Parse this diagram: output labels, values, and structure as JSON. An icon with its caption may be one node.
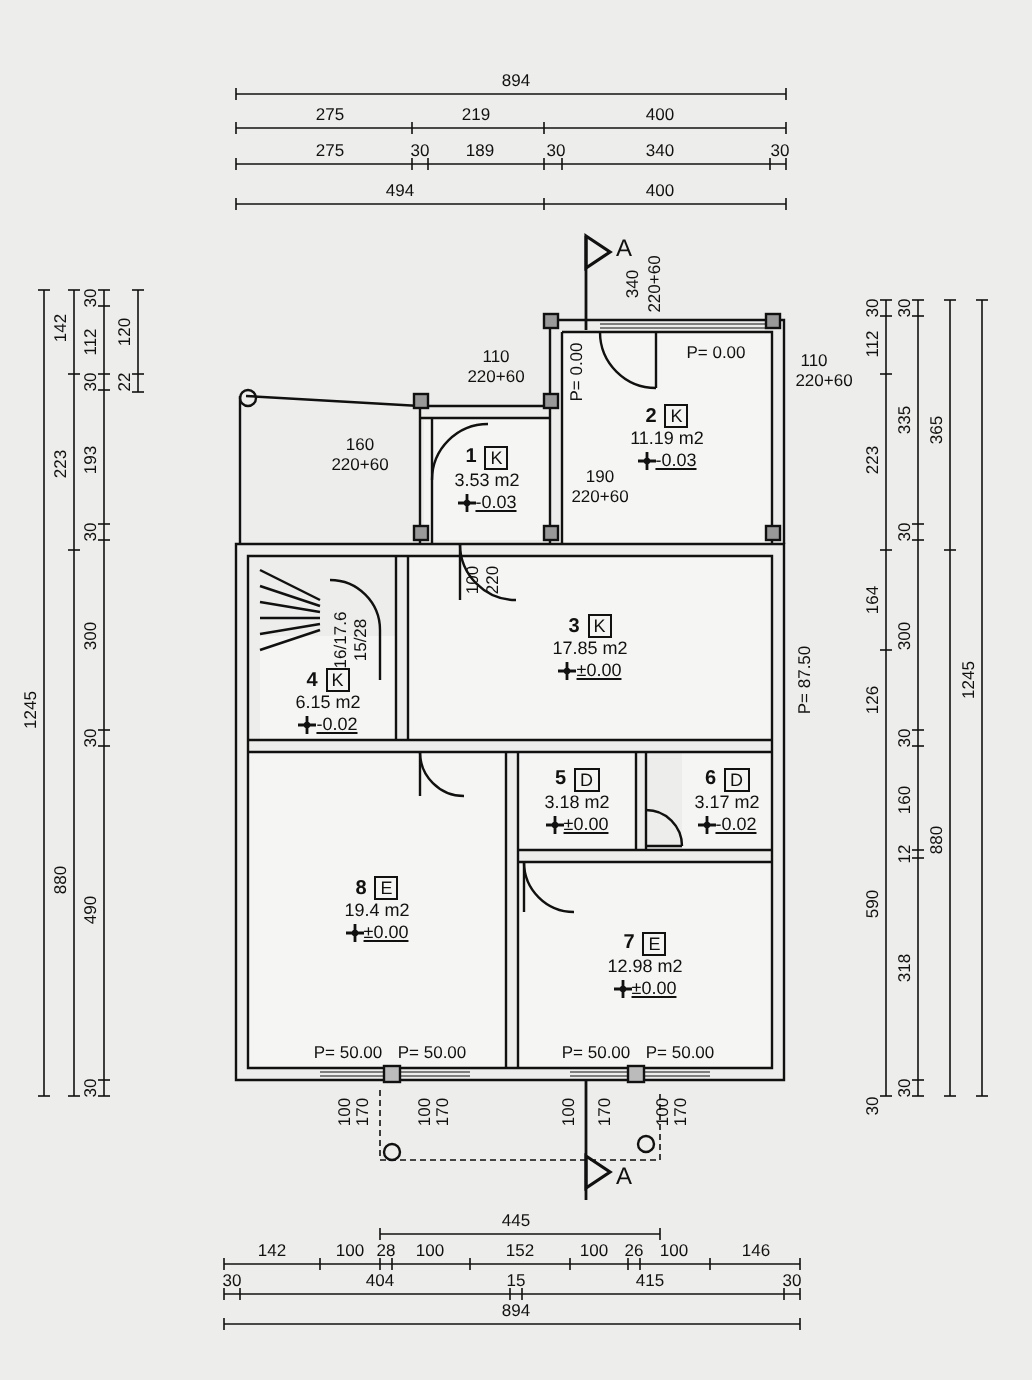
{
  "diagram": {
    "nodes": [
      {
        "text": [
          "1",
          "K",
          "3.53 m2",
          "-0.03"
        ]
      },
      {
        "text": [
          "2",
          "K",
          "11.19 m2",
          "-0.03"
        ]
      },
      {
        "text": [
          "3",
          "K",
          "17.85 m2",
          "±0.00"
        ]
      },
      {
        "text": [
          "4",
          "K",
          "6.15 m2",
          "-0.02"
        ]
      },
      {
        "text": [
          "5",
          "D",
          "3.18 m2",
          "±0.00"
        ]
      },
      {
        "text": [
          "6",
          "D",
          "3.17 m2",
          "-0.02"
        ]
      },
      {
        "text": [
          "8",
          "E",
          "19.4 m2",
          "±0.00"
        ]
      },
      {
        "text": [
          "7",
          "E",
          "12.98 m2",
          "±0.00"
        ]
      }
    ],
    "edges": [],
    "labels": [
      "894",
      "275",
      "219",
      "400",
      "275",
      "30",
      "189",
      "30",
      "340",
      "30",
      "494",
      "400",
      "A",
      "340",
      "220+60",
      "110",
      "220+60",
      "P= 0.00",
      "P= 0.00",
      "110",
      "220+60",
      "160",
      "220+60",
      "190",
      "220+60",
      "100",
      "220",
      "16/17.6",
      "15/28",
      "P= 87.50",
      "1245",
      "142",
      "223",
      "880",
      "30",
      "112",
      "30",
      "193",
      "30",
      "300",
      "30",
      "490",
      "30",
      "120",
      "22",
      "30",
      "112",
      "223",
      "164",
      "126",
      "590",
      "30",
      "30",
      "335",
      "30",
      "300",
      "30",
      "160",
      "12",
      "318",
      "30",
      "365",
      "880",
      "1245",
      "P= 50.00",
      "P= 50.00",
      "P= 50.00",
      "P= 50.00",
      "100",
      "170",
      "100",
      "170",
      "100",
      "170",
      "100",
      "170",
      "A",
      "445",
      "142",
      "100",
      "28",
      "100",
      "152",
      "100",
      "26",
      "100",
      "146",
      "30",
      "404",
      "15",
      "415",
      "30",
      "894"
    ]
  }
}
